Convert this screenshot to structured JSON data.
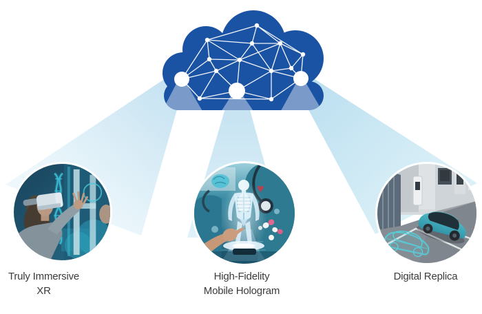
{
  "figure": {
    "name": "cloud-services-concept-diagram",
    "cloud": {
      "name": "cloud-network-icon",
      "fill_color": "#1a52a4",
      "network_color": "#ffffff"
    },
    "beams": {
      "color_near": "#bfdff0",
      "color_far": "#eaf6fb"
    },
    "label_color": "#3b3b3b",
    "items": [
      {
        "id": "truly-immersive-xr",
        "label": "Truly Immersive XR",
        "image": "woman-wearing-vr-headset-with-holograms"
      },
      {
        "id": "high-fidelity-mobile-hologram",
        "label": "High-Fidelity\nMobile Hologram",
        "image": "doctor-projecting-human-body-hologram"
      },
      {
        "id": "digital-replica",
        "label": "Digital Replica",
        "image": "car-and-wireframe-digital-twin-at-charging-station"
      }
    ]
  }
}
